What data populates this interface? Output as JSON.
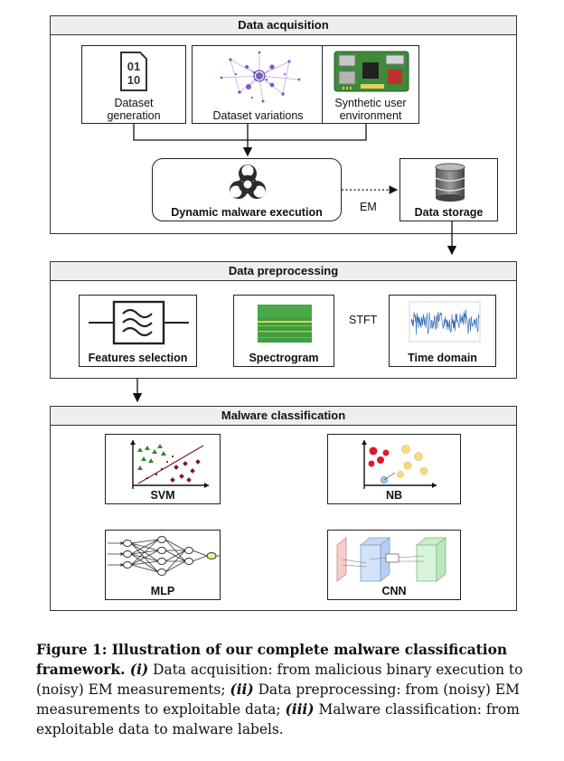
{
  "sections": {
    "acquisition": "Data acquisition",
    "preprocessing": "Data preprocessing",
    "classification": "Malware classification"
  },
  "acquisition": {
    "dataset_generation_l1": "Dataset",
    "dataset_generation_l2": "generation",
    "dataset_variations": "Dataset variations",
    "synthetic_l1": "Synthetic user",
    "synthetic_l2": "environment",
    "binary_glyph_l1": "01",
    "binary_glyph_l2": "10",
    "dynamic_execution": "Dynamic malware execution",
    "em_label": "EM",
    "data_storage": "Data storage"
  },
  "preprocessing": {
    "features_selection": "Features selection",
    "spectrogram": "Spectrogram",
    "time_domain": "Time domain",
    "stft_label": "STFT"
  },
  "classification": {
    "svm": "SVM",
    "nb": "NB",
    "mlp": "MLP",
    "cnn": "CNN"
  },
  "caption": {
    "p1": "Figure 1: Illustration of our complete malware classification framework. ",
    "i1": "(i)",
    "p2": " Data acquisition: from malicious binary execution to (noisy) EM measurements; ",
    "i2": "(ii)",
    "p3": " Data preprocessing: from (noisy) EM measurements to exploitable data; ",
    "i3": "(iii)",
    "p4": " Malware classification: from exploitable data to malware labels."
  }
}
